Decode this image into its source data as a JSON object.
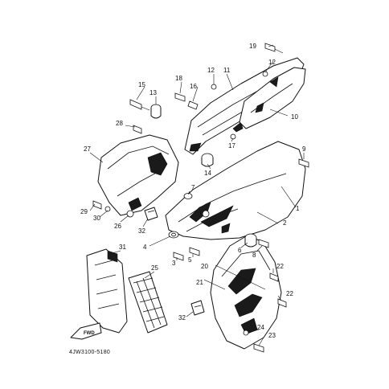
{
  "callouts": {
    "n1": "1",
    "n2": "2",
    "n3": "3",
    "n4": "4",
    "n5": "5",
    "n6": "6",
    "n7": "7",
    "n8": "8",
    "n9": "9",
    "n10": "10",
    "n11": "11",
    "n12a": "12",
    "n12b": "12",
    "n13": "13",
    "n14": "14",
    "n15": "15",
    "n16": "16",
    "n17": "17",
    "n18": "18",
    "n19": "19",
    "n20": "20",
    "n21": "21",
    "n22a": "22",
    "n22b": "22",
    "n23": "23",
    "n24": "24",
    "n25": "25",
    "n26": "26",
    "n27": "27",
    "n28": "28",
    "n29": "29",
    "n30": "30",
    "n31": "31",
    "n32a": "32",
    "n32b": "32"
  },
  "diagram_code": "4JW3100-5180",
  "fwd_label": "FWD"
}
